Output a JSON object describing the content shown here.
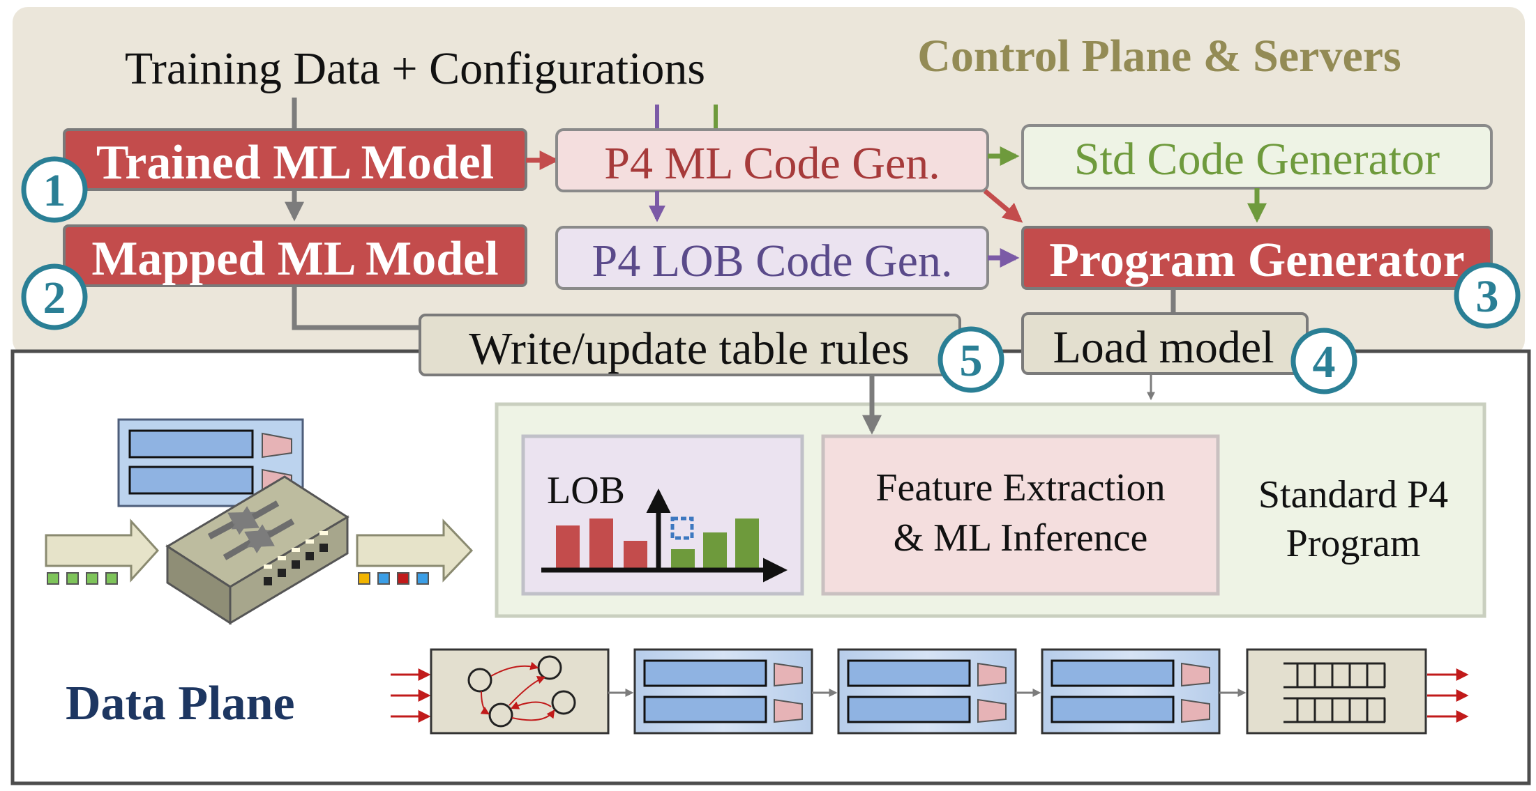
{
  "control_plane": {
    "title": "Control Plane & Servers",
    "input_label": "Training Data + Configurations",
    "trained_model": "Trained ML Model",
    "mapped_model": "Mapped ML Model",
    "p4_ml_codegen": "P4 ML Code Gen.",
    "p4_lob_codegen": "P4 LOB Code Gen.",
    "std_codegen": "Std Code Generator",
    "program_generator": "Program Generator",
    "write_rules": "Write/update table rules",
    "load_model": "Load model",
    "steps": [
      "1",
      "2",
      "3",
      "4",
      "5"
    ]
  },
  "data_plane": {
    "title": "Data Plane",
    "lob_label": "LOB",
    "feature_label_line1": "Feature Extraction",
    "feature_label_line2": "& ML Inference",
    "standard_label_line1": "Standard P4",
    "standard_label_line2": "Program"
  },
  "colors": {
    "red": "#c34c4c",
    "control_bg": "#ebe6da",
    "title_olive": "#938b55",
    "step_teal": "#2a7f95",
    "data_plane_title": "#1d3661",
    "green_arrow": "#6e9a3c",
    "purple_arrow": "#7b5aa6"
  }
}
